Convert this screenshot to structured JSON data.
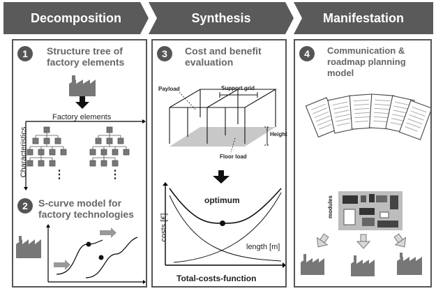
{
  "header": {
    "steps": [
      {
        "label": "Decomposition"
      },
      {
        "label": "Synthesis"
      },
      {
        "label": "Manifestation"
      }
    ]
  },
  "panel1": {
    "step1": {
      "number": "1",
      "title_line1": "Structure tree of",
      "title_line2": "factory elements"
    },
    "axis_x_label": "Factory elements",
    "axis_y_label": "Characteristics",
    "ellipsis": "⋮",
    "step2": {
      "number": "2",
      "title_line1": "S-curve model for",
      "title_line2": "factory technologies"
    }
  },
  "panel2": {
    "step3": {
      "number": "3",
      "title_line1": "Cost and benefit",
      "title_line2": "evaluation"
    },
    "payload_label": "Payload",
    "support_grid_label": "Support grid",
    "height_label": "Height",
    "floor_load_label": "Floor load",
    "optimum_label": "optimum",
    "costs_label": "costs [€]",
    "length_label": "length [m]",
    "function_label": "Total-costs-function"
  },
  "panel3": {
    "step4": {
      "number": "4",
      "title_line1": "Communication &",
      "title_line2": "roadmap planning",
      "title_line3": "model"
    },
    "modules_label": "modules"
  },
  "colors": {
    "chevron": "#5a5a5a",
    "border": "#555555",
    "accent_gray": "#8c8c8c"
  }
}
